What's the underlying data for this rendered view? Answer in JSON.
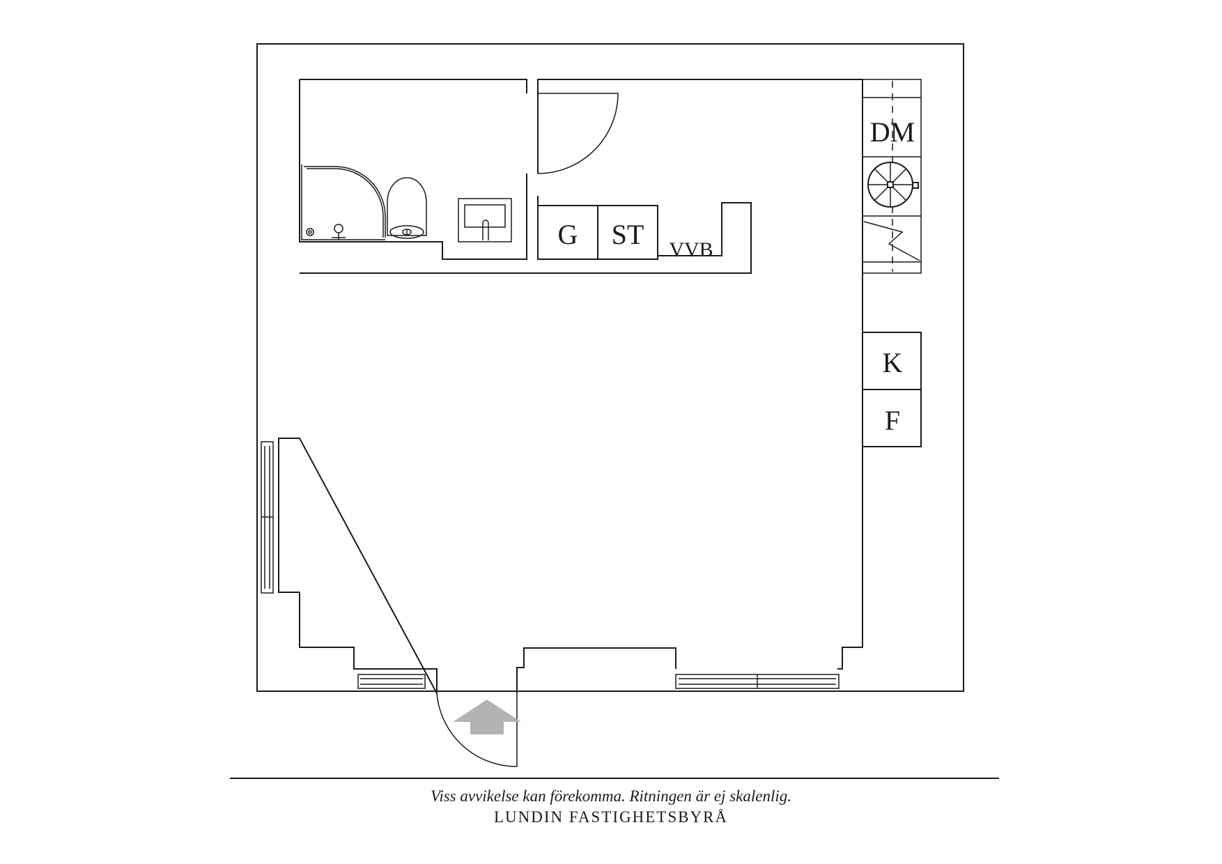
{
  "labels": {
    "g": "G",
    "st": "ST",
    "vvb": "VVB",
    "dm": "DM",
    "k": "K",
    "f": "F"
  },
  "footer": {
    "disclaimer": "Viss avvikelse kan förekomma. Ritningen är ej skalenlig.",
    "brand": "LUNDIN FASTIGHETSBYRÅ"
  },
  "colors": {
    "line": "#1a1a1a",
    "entrance_arrow": "#b3b3b3"
  },
  "icons": [
    "entrance-arrow-icon",
    "shower-icon",
    "toilet-icon",
    "sink-icon",
    "stove-icon"
  ]
}
